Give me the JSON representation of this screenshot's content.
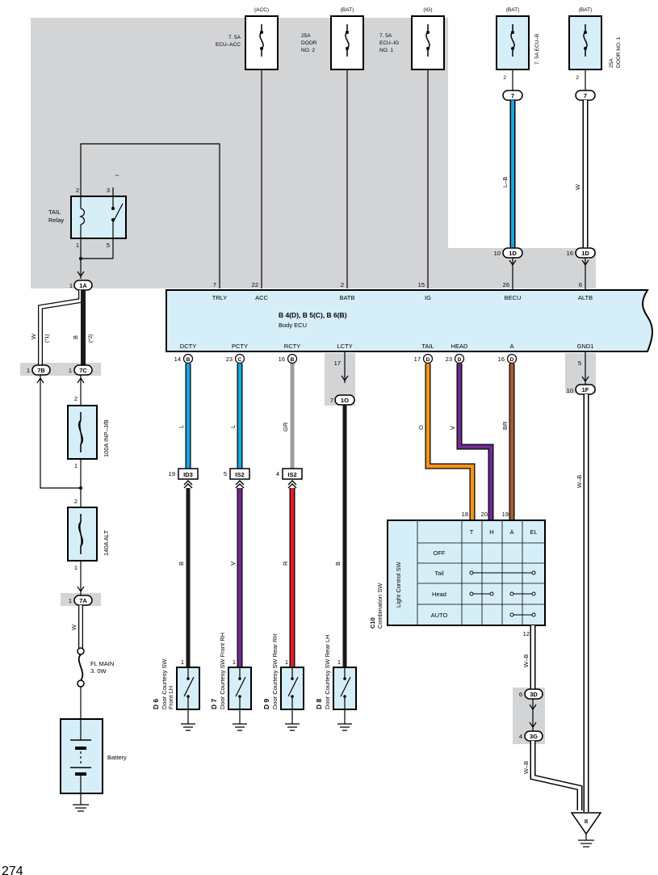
{
  "colors": {
    "shade": "#d3d4d6",
    "component_fill": "#d6eef8",
    "wire_L": "#1aa6df",
    "wire_GR": "#9a9b9d",
    "wire_B": "#1a1a1a",
    "wire_O": "#f4941f",
    "wire_V": "#6f2c91",
    "wire_BR": "#a55a35",
    "wire_R": "#e01f26",
    "wire_LB_black": "#1a1a1a"
  },
  "fuses": [
    {
      "source": "(ACC)",
      "rating": "7. 5A",
      "name1": "ECU–ACC",
      "name2": ""
    },
    {
      "source": "(BAT)",
      "rating": "25A",
      "name1": "DOOR",
      "name2": "NO. 2"
    },
    {
      "source": "(IG)",
      "rating": "7. 5A",
      "name1": "ECU–IG",
      "name2": "NO. 1"
    },
    {
      "source": "(BAT)",
      "rating": "7. 5A ECU–B",
      "pin": "2",
      "connector": "7",
      "wire": "L–B",
      "ecu_pin": "10",
      "ecu_connector": "1D"
    },
    {
      "source": "(BAT)",
      "rating": "25A",
      "name1": "DOOR NO. 1",
      "pin": "2",
      "connector": "7",
      "wire": "W",
      "ecu_pin": "16",
      "ecu_connector": "1D"
    }
  ],
  "relay": {
    "name1": "TAIL",
    "name2": "Relay",
    "pin_top_left": "2",
    "pin_top_right": "3",
    "pin_bottom_left": "1",
    "pin_bottom_right": "5",
    "symbol": "~"
  },
  "ecu": {
    "title": "B 4(D), B 5(C), B 6(B)",
    "subtitle": "Body ECU",
    "top_pins": [
      {
        "num": "7",
        "label": "TRLY"
      },
      {
        "num": "22",
        "label": "ACC"
      },
      {
        "num": "2",
        "label": "BATB"
      },
      {
        "num": "15",
        "label": "IG"
      },
      {
        "num": "26",
        "label": "BECU"
      },
      {
        "num": "6",
        "label": "ALTB"
      }
    ],
    "bottom_pins": [
      {
        "num": "14",
        "conn": "B",
        "label": "DCTY"
      },
      {
        "num": "23",
        "conn": "C",
        "label": "PCTY"
      },
      {
        "num": "16",
        "conn": "B",
        "label": "RCTY"
      },
      {
        "num": "17",
        "conn": "",
        "label": "LCTY"
      },
      {
        "num": "17",
        "conn": "D",
        "label": "TAIL"
      },
      {
        "num": "23",
        "conn": "D",
        "label": "HEAD"
      },
      {
        "num": "16",
        "conn": "D",
        "label": "A"
      },
      {
        "num": "5",
        "conn": "",
        "label": "GND1"
      }
    ]
  },
  "left_chain": {
    "conn_1A": {
      "pin": "1",
      "id": "1A"
    },
    "wire_W": "W",
    "wire_W_note": "(*1)",
    "wire_B": "B",
    "wire_B_note": "(*2)",
    "conn_7B": {
      "pin": "1",
      "id": "7B"
    },
    "conn_7C": {
      "pin": "1",
      "id": "7C"
    },
    "fuse_100a": {
      "pin_top": "2",
      "pin_bottom": "1",
      "label": "100A INP–J/B"
    },
    "fuse_140a": {
      "pin_top": "2",
      "pin_bottom": "1",
      "label": "140A ALT"
    },
    "conn_7A": {
      "pin": "1",
      "id": "7A"
    },
    "wire_W2": "W",
    "fl_main": {
      "name": "FL MAIN",
      "rating": "3. 0W"
    },
    "battery": "Battery"
  },
  "door_switches": [
    {
      "wire_top": "L",
      "conn_pin": "19",
      "conn_id": "ID3",
      "wire_bottom": "B",
      "pin": "1",
      "code": "D 6",
      "name1": "Door Courtesy SW",
      "name2": "Front LH"
    },
    {
      "wire_top": "L",
      "conn_pin": "5",
      "conn_id": "IS2",
      "wire_bottom": "V",
      "pin": "1",
      "code": "D 7",
      "name1": "Door Courtesy SW Front RH",
      "name2": ""
    },
    {
      "wire_top": "GR",
      "conn_pin": "4",
      "conn_id": "IS2",
      "wire_bottom": "R",
      "pin": "1",
      "code": "D 9",
      "name1": "Door Courtesy SW Rear RH",
      "name2": ""
    },
    {
      "wire_top": "",
      "conn_pin": "7",
      "conn_id": "1O",
      "wire_bottom": "B",
      "pin": "1",
      "code": "D 8",
      "name1": "Door Courtesy SW Rear LH",
      "name2": ""
    }
  ],
  "combo_switch": {
    "code": "C10",
    "name": "Combination SW",
    "section": "Light Control SW",
    "columns": [
      "T",
      "H",
      "A",
      "EL"
    ],
    "pins": [
      "18",
      "20",
      "19"
    ],
    "rows": [
      "OFF",
      "Tail",
      "Head",
      "AUTO"
    ],
    "wires": [
      "O",
      "V",
      "BR"
    ],
    "ground_pin": "12",
    "ground_wire": "W–B"
  },
  "ground_chain": {
    "gnd_conn": {
      "pin": "10",
      "id": "1F"
    },
    "wire_right": "W–B",
    "conn_3D": {
      "pin": "6",
      "id": "3D"
    },
    "conn_3G": {
      "pin": "4",
      "id": "3G"
    },
    "wire_low": "W–B",
    "ground_id": "II"
  },
  "page_number": "274"
}
